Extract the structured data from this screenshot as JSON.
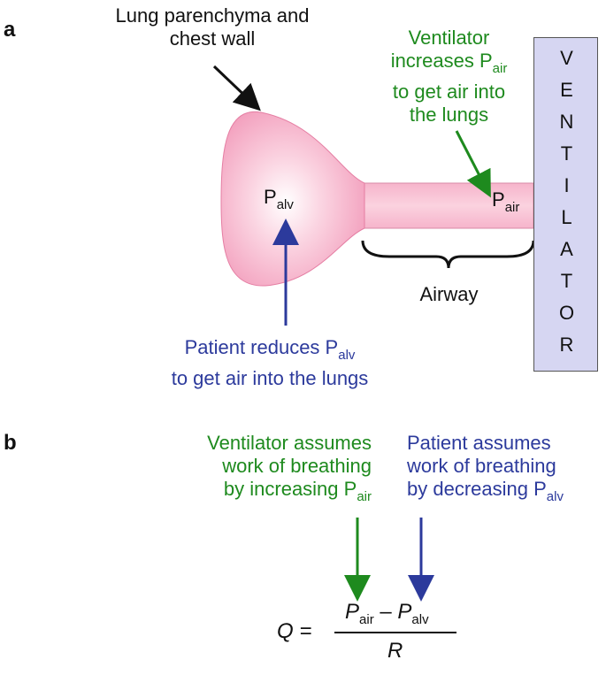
{
  "panels": {
    "a": "a",
    "b": "b"
  },
  "panel_a": {
    "lung_label_line1": "Lung parenchyma and",
    "lung_label_line2": "chest wall",
    "vent_note_line1": "Ventilator",
    "vent_note_line2": "increases P",
    "vent_note_line2_sub": "air",
    "vent_note_line3": "to get air into",
    "vent_note_line4": "the lungs",
    "palv": "P",
    "palv_sub": "alv",
    "pair": "P",
    "pair_sub": "air",
    "airway_label": "Airway",
    "patient_note_line1": "Patient reduces P",
    "patient_note_line1_sub": "alv",
    "patient_note_line2": "to get air into the lungs",
    "ventilator_letters": [
      "V",
      "E",
      "N",
      "T",
      "I",
      "L",
      "A",
      "T",
      "O",
      "R"
    ]
  },
  "panel_b": {
    "vent_assumes_line1": "Ventilator assumes",
    "vent_assumes_line2": "work of breathing",
    "vent_assumes_line3": "by increasing P",
    "vent_assumes_line3_sub": "air",
    "patient_assumes_line1": "Patient assumes",
    "patient_assumes_line2": "work of breathing",
    "patient_assumes_line3": "by decreasing P",
    "patient_assumes_line3_sub": "alv",
    "formula_q": "Q =",
    "formula_p1": "P",
    "formula_p1_sub": "air",
    "formula_minus": "–",
    "formula_p2": "P",
    "formula_p2_sub": "alv",
    "formula_r": "R"
  },
  "colors": {
    "green": "#1e8a1e",
    "blue": "#2c3a9c",
    "lung_pink": "#f3a3bf",
    "ventilator": "#d6d6f2"
  }
}
